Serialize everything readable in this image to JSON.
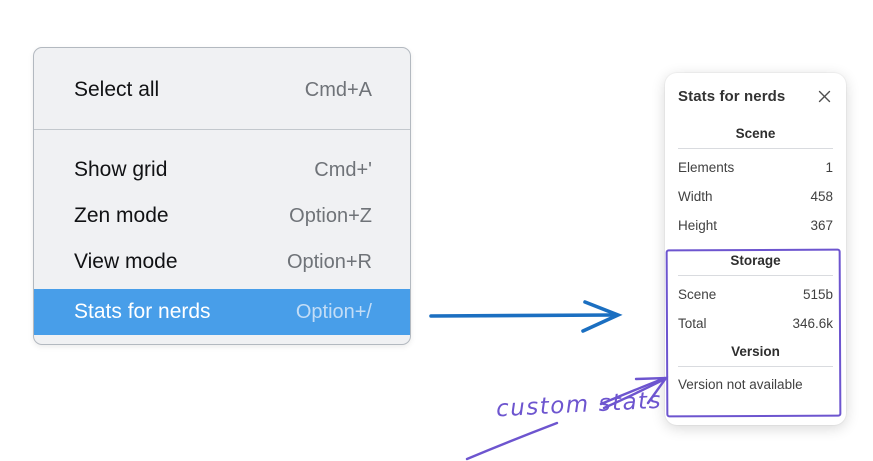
{
  "context_menu": {
    "items": [
      {
        "label": "Select all",
        "shortcut": "Cmd+A",
        "selected": false
      },
      {
        "label": "Show grid",
        "shortcut": "Cmd+'",
        "selected": false
      },
      {
        "label": "Zen mode",
        "shortcut": "Option+Z",
        "selected": false
      },
      {
        "label": "View mode",
        "shortcut": "Option+R",
        "selected": false
      },
      {
        "label": "Stats for nerds",
        "shortcut": "Option+/",
        "selected": true
      }
    ]
  },
  "stats_panel": {
    "title": "Stats for nerds",
    "close_icon": "x-icon",
    "sections": [
      {
        "heading": "Scene",
        "rows": [
          {
            "label": "Elements",
            "value": "1"
          },
          {
            "label": "Width",
            "value": "458"
          },
          {
            "label": "Height",
            "value": "367"
          }
        ]
      },
      {
        "heading": "Storage",
        "rows": [
          {
            "label": "Scene",
            "value": "515b"
          },
          {
            "label": "Total",
            "value": "346.6k"
          }
        ]
      },
      {
        "heading": "Version",
        "rows": [],
        "note": "Version not available"
      }
    ]
  },
  "annotation": {
    "label": "custom stats"
  },
  "colors": {
    "menu_highlight": "#489ee9",
    "menu_background": "#f0f1f3",
    "arrow_blue": "#1b6fc1",
    "annotation_purple": "#6d55cf"
  }
}
